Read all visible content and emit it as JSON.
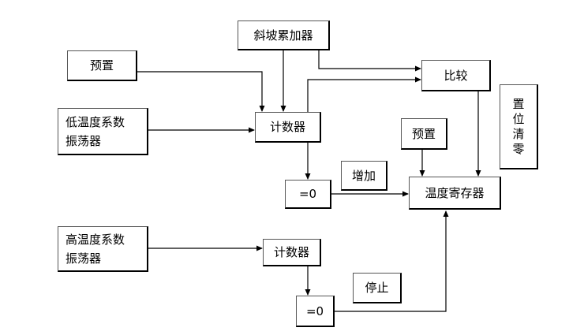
{
  "nodes": {
    "ramp_accumulator": "斜坡累加器",
    "preset_1": "预置",
    "compare": "比较",
    "low_temp_osc_line1": "低温度系数",
    "low_temp_osc_line2": "振荡器",
    "counter_1": "计数器",
    "preset_2": "预置",
    "reset_zero_chars": [
      "置",
      "位",
      "清",
      "零"
    ],
    "increase": "增加",
    "zero_check_1": "=0",
    "temp_register": "温度寄存器",
    "high_temp_osc_line1": "高温度系数",
    "high_temp_osc_line2": "振荡器",
    "counter_2": "计数器",
    "stop": "停止",
    "zero_check_2": "=0"
  }
}
